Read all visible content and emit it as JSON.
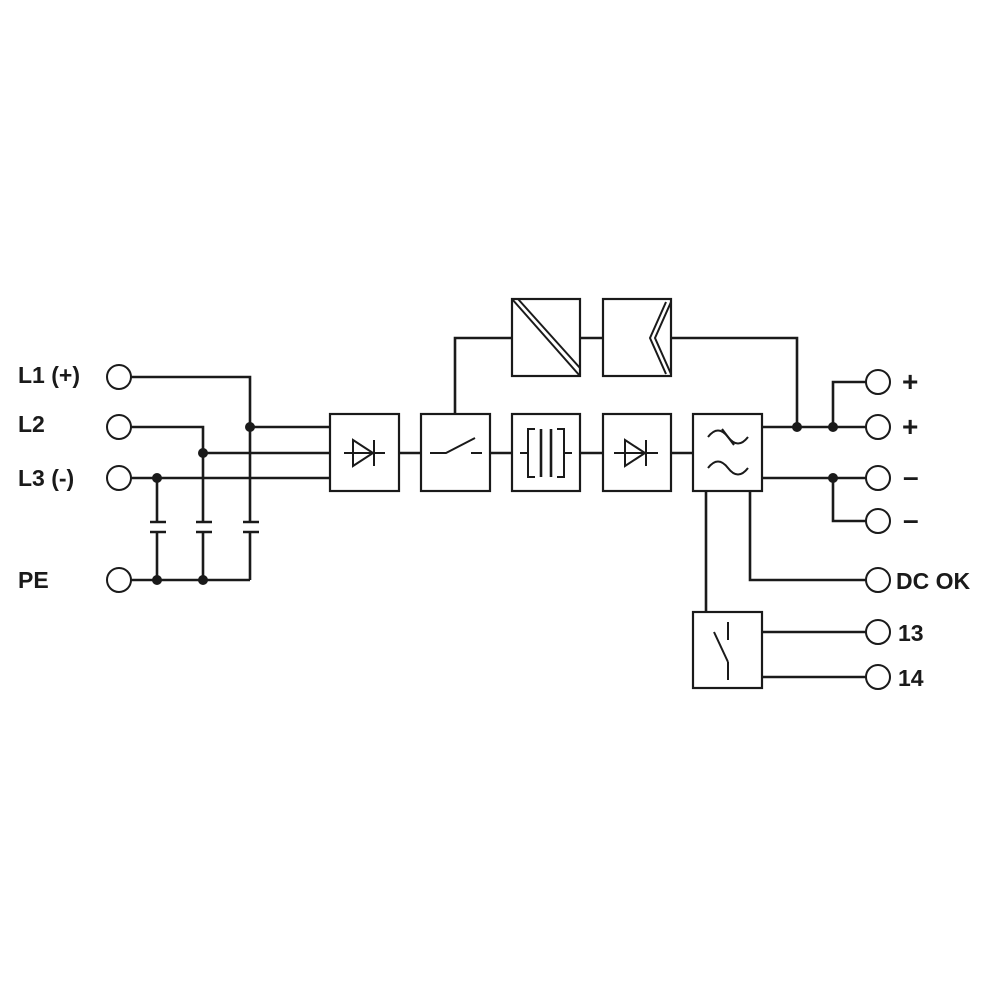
{
  "inputs": {
    "l1": "L1 (+)",
    "l2": "L2",
    "l3": "L3 (-)",
    "pe": "PE"
  },
  "outputs": {
    "plus_1": "+",
    "plus_2": "+",
    "minus_1": "–",
    "minus_2": "–",
    "dc_ok": "DC OK",
    "relay_13": "13",
    "relay_14": "14"
  },
  "blocks": [
    {
      "name": "rectifier-block",
      "icon": "diode-icon"
    },
    {
      "name": "switch-block",
      "icon": "switch-icon"
    },
    {
      "name": "transformer-block",
      "icon": "transformer-icon"
    },
    {
      "name": "output-rectifier-block",
      "icon": "diode-icon"
    },
    {
      "name": "filter-block",
      "icon": "ac-filter-icon"
    },
    {
      "name": "converter-block",
      "icon": "converter-icon"
    },
    {
      "name": "controller-block",
      "icon": "controller-icon"
    },
    {
      "name": "relay-block",
      "icon": "relay-contact-icon"
    }
  ],
  "colors": {
    "line": "#1a1a1a",
    "background": "#ffffff"
  }
}
